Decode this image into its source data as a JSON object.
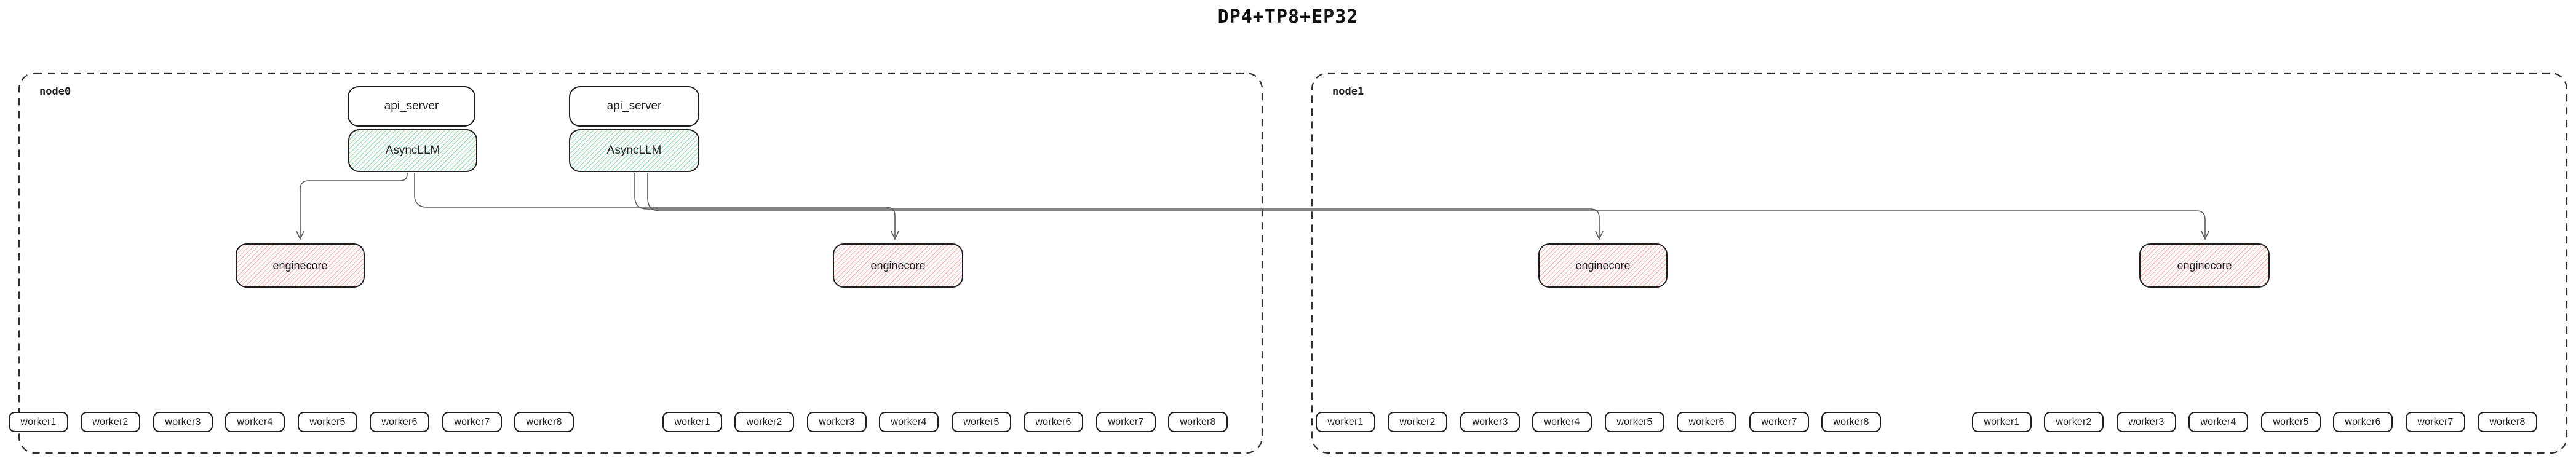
{
  "title": "DP4+TP8+EP32",
  "colors": {
    "box_border": "#1e1e1e",
    "async_llm_hatch": "#52c77d",
    "enginecore_hatch": "#ff6e6e",
    "connector": "#5c5c5c",
    "node_border": "#2f2f2f"
  },
  "nodes": [
    {
      "label": "node0",
      "server_stacks": [
        {
          "api_label": "api_server",
          "llm_label": "AsyncLLM"
        },
        {
          "api_label": "api_server",
          "llm_label": "AsyncLLM"
        }
      ],
      "enginecores": [
        {
          "label": "enginecore"
        },
        {
          "label": "enginecore"
        }
      ],
      "worker_rows": [
        [
          "worker1",
          "worker2",
          "worker3",
          "worker4",
          "worker5",
          "worker6",
          "worker7",
          "worker8"
        ],
        [
          "worker1",
          "worker2",
          "worker3",
          "worker4",
          "worker5",
          "worker6",
          "worker7",
          "worker8"
        ]
      ]
    },
    {
      "label": "node1",
      "server_stacks": [],
      "enginecores": [
        {
          "label": "enginecore"
        },
        {
          "label": "enginecore"
        }
      ],
      "worker_rows": [
        [
          "worker1",
          "worker2",
          "worker3",
          "worker4",
          "worker5",
          "worker6",
          "worker7",
          "worker8"
        ],
        [
          "worker1",
          "worker2",
          "worker3",
          "worker4",
          "worker5",
          "worker6",
          "worker7",
          "worker8"
        ]
      ]
    }
  ]
}
